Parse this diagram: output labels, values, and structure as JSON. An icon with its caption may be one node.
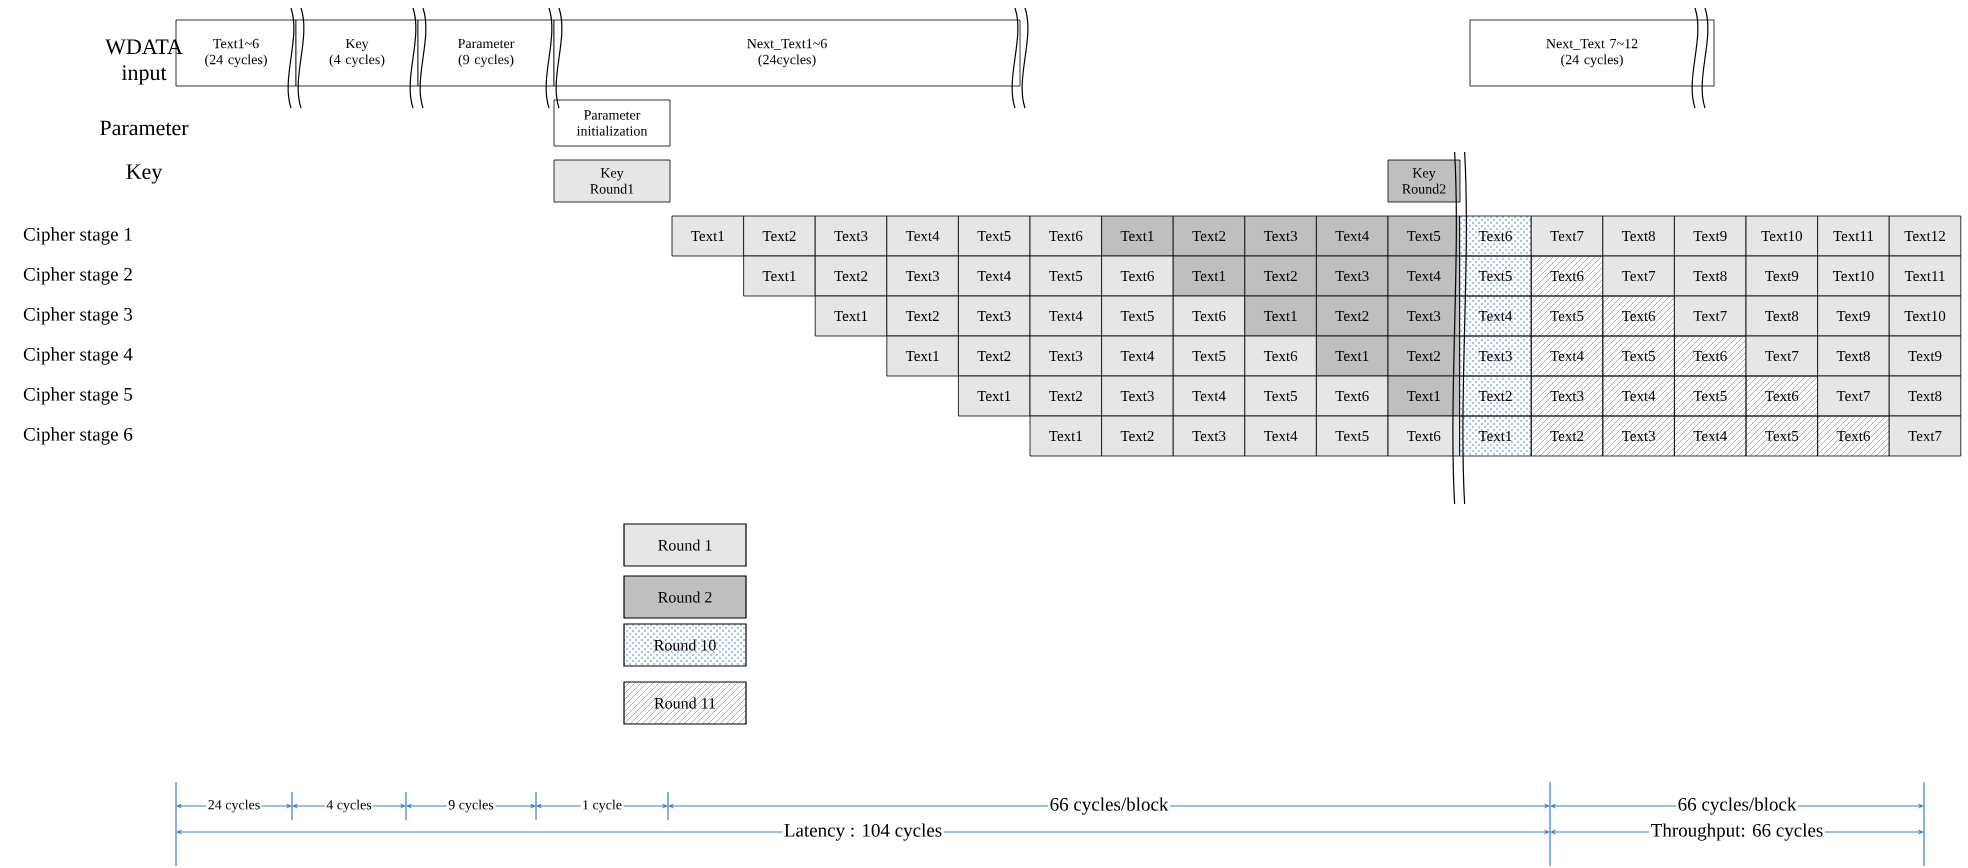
{
  "diagram": {
    "nodes": [
      {
        "text": [
          "Text1~6",
          "(24 cycles)"
        ]
      },
      {
        "text": [
          "Key",
          "(4 cycles)"
        ]
      },
      {
        "text": [
          "Parameter",
          "(9 cycles)"
        ]
      },
      {
        "text": [
          "Next_Text1~6",
          "(24cycles)"
        ]
      },
      {
        "text": [
          "Next_Text 7~12",
          "(24 cycles)"
        ]
      },
      {
        "text": [
          "Parameter initialization"
        ]
      },
      {
        "text": [
          "Key Round1"
        ]
      },
      {
        "text": [
          "Key Round2"
        ]
      },
      {
        "text": [
          "Text1"
        ]
      },
      {
        "text": [
          "Text2"
        ]
      },
      {
        "text": [
          "Text3"
        ]
      },
      {
        "text": [
          "Text4"
        ]
      },
      {
        "text": [
          "Text5"
        ]
      },
      {
        "text": [
          "Text6"
        ]
      },
      {
        "text": [
          "Text1"
        ]
      },
      {
        "text": [
          "Text2"
        ]
      },
      {
        "text": [
          "Text3"
        ]
      },
      {
        "text": [
          "Text4"
        ]
      },
      {
        "text": [
          "Text5"
        ]
      },
      {
        "text": [
          "Text6"
        ]
      },
      {
        "text": [
          "Text7"
        ]
      },
      {
        "text": [
          "Text8"
        ]
      },
      {
        "text": [
          "Text9"
        ]
      },
      {
        "text": [
          "Text10"
        ]
      },
      {
        "text": [
          "Text11"
        ]
      },
      {
        "text": [
          "Text12"
        ]
      },
      {
        "text": [
          "Text1"
        ]
      },
      {
        "text": [
          "Text2"
        ]
      },
      {
        "text": [
          "Text3"
        ]
      },
      {
        "text": [
          "Text4"
        ]
      },
      {
        "text": [
          "Text5"
        ]
      },
      {
        "text": [
          "Text6"
        ]
      },
      {
        "text": [
          "Text1"
        ]
      },
      {
        "text": [
          "Text2"
        ]
      },
      {
        "text": [
          "Text3"
        ]
      },
      {
        "text": [
          "Text4"
        ]
      },
      {
        "text": [
          "Text5"
        ]
      },
      {
        "text": [
          "Text6"
        ]
      },
      {
        "text": [
          "Text7"
        ]
      },
      {
        "text": [
          "Text8"
        ]
      },
      {
        "text": [
          "Text9"
        ]
      },
      {
        "text": [
          "Text10"
        ]
      },
      {
        "text": [
          "Text11"
        ]
      },
      {
        "text": [
          "Text1"
        ]
      },
      {
        "text": [
          "Text2"
        ]
      },
      {
        "text": [
          "Text3"
        ]
      },
      {
        "text": [
          "Text4"
        ]
      },
      {
        "text": [
          "Text5"
        ]
      },
      {
        "text": [
          "Text6"
        ]
      },
      {
        "text": [
          "Text1"
        ]
      },
      {
        "text": [
          "Text2"
        ]
      },
      {
        "text": [
          "Text3"
        ]
      },
      {
        "text": [
          "Text4"
        ]
      },
      {
        "text": [
          "Text5"
        ]
      },
      {
        "text": [
          "Text6"
        ]
      },
      {
        "text": [
          "Text7"
        ]
      },
      {
        "text": [
          "Text8"
        ]
      },
      {
        "text": [
          "Text9"
        ]
      },
      {
        "text": [
          "Text10"
        ]
      },
      {
        "text": [
          "Text1"
        ]
      },
      {
        "text": [
          "Text2"
        ]
      },
      {
        "text": [
          "Text3"
        ]
      },
      {
        "text": [
          "Text4"
        ]
      },
      {
        "text": [
          "Text5"
        ]
      },
      {
        "text": [
          "Text6"
        ]
      },
      {
        "text": [
          "Text1"
        ]
      },
      {
        "text": [
          "Text2"
        ]
      },
      {
        "text": [
          "Text3"
        ]
      },
      {
        "text": [
          "Text4"
        ]
      },
      {
        "text": [
          "Text5"
        ]
      },
      {
        "text": [
          "Text6"
        ]
      },
      {
        "text": [
          "Text7"
        ]
      },
      {
        "text": [
          "Text8"
        ]
      },
      {
        "text": [
          "Text9"
        ]
      },
      {
        "text": [
          "Text1"
        ]
      },
      {
        "text": [
          "Text2"
        ]
      },
      {
        "text": [
          "Text3"
        ]
      },
      {
        "text": [
          "Text4"
        ]
      },
      {
        "text": [
          "Text5"
        ]
      },
      {
        "text": [
          "Text6"
        ]
      },
      {
        "text": [
          "Text1"
        ]
      },
      {
        "text": [
          "Text2"
        ]
      },
      {
        "text": [
          "Text3"
        ]
      },
      {
        "text": [
          "Text4"
        ]
      },
      {
        "text": [
          "Text5"
        ]
      },
      {
        "text": [
          "Text6"
        ]
      },
      {
        "text": [
          "Text7"
        ]
      },
      {
        "text": [
          "Text8"
        ]
      },
      {
        "text": [
          "Text1"
        ]
      },
      {
        "text": [
          "Text2"
        ]
      },
      {
        "text": [
          "Text3"
        ]
      },
      {
        "text": [
          "Text4"
        ]
      },
      {
        "text": [
          "Text5"
        ]
      },
      {
        "text": [
          "Text6"
        ]
      },
      {
        "text": [
          "Text1"
        ]
      },
      {
        "text": [
          "Text2"
        ]
      },
      {
        "text": [
          "Text3"
        ]
      },
      {
        "text": [
          "Text4"
        ]
      },
      {
        "text": [
          "Text5"
        ]
      },
      {
        "text": [
          "Text6"
        ]
      },
      {
        "text": [
          "Text7"
        ]
      }
    ],
    "labels": [
      "WDATA input",
      "Parameter",
      "Key",
      "Cipher stage 1",
      "Cipher stage 2",
      "Cipher stage 3",
      "Cipher stage 4",
      "Cipher stage 5",
      "Cipher stage 6",
      "24 cycles",
      "4 cycles",
      "9 cycles",
      "1 cycle",
      "66 cycles/block",
      "66 cycles/block",
      "Latency : 104 cycles",
      "Throughput: 66 cycles"
    ],
    "legend": [
      {
        "text": "Round 1",
        "color": "#e6e6e6"
      },
      {
        "text": "Round 2",
        "color": "#bfbfbf"
      },
      {
        "text": "Round 10"
      },
      {
        "text": "Round 11"
      }
    ]
  }
}
